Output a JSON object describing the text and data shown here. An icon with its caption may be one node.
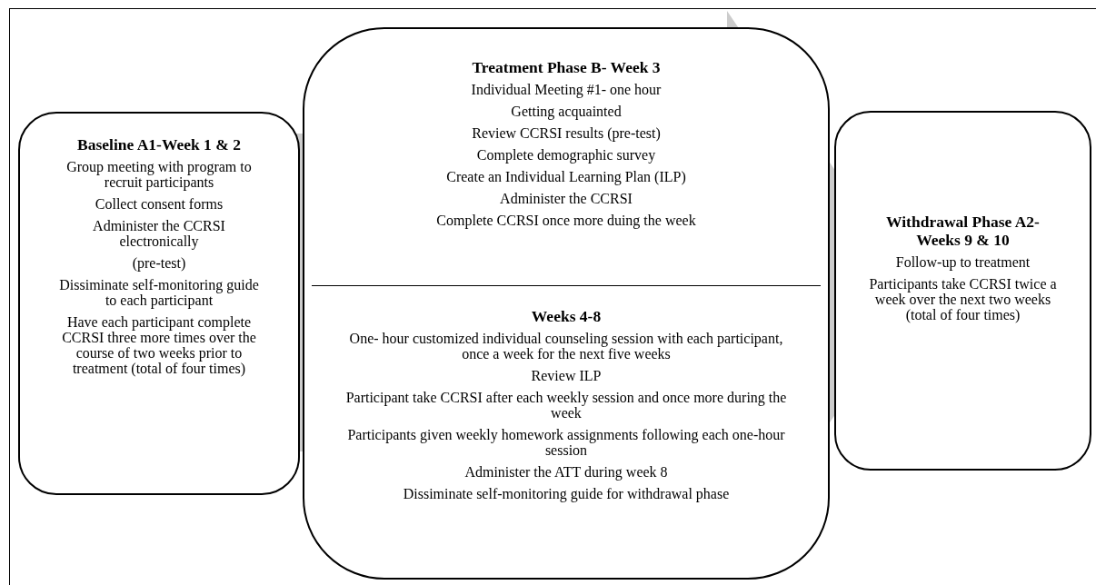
{
  "diagram": {
    "nodes": [
      {
        "text": [
          "Baseline A1-Week 1 & 2",
          "Group meeting with program to recruit participants",
          "Collect consent forms",
          "Administer the CCRSI electronically",
          "(pre-test)",
          "Dissiminate self-monitoring guide to each participant",
          "Have each participant complete CCRSI three more times over the course of two weeks prior to treatment (total of four times)"
        ]
      },
      {
        "text": [],
        "shape": "box"
      },
      {
        "text": [
          "Treatment Phase B- Week 3",
          "Individual Meeting #1- one hour",
          "Getting acquainted",
          "Review CCRSI results (pre-test)",
          "Complete demographic survey",
          "Create an Individual Learning Plan (ILP)",
          "Administer the CCRSI",
          "Complete CCRSI once more duing the week"
        ],
        "in": 1
      },
      {
        "text": [
          "Weeks 4-8",
          "One- hour customized individual counseling session with each participant, once a week for the next five weeks",
          "Review ILP",
          "Participant take CCRSI after each weekly session and once more during the week",
          "Participants given weekly homework assignments following each one-hour session",
          "Administer the ATT during week 8",
          "Dissiminate self-monitoring guide for withdrawal phase"
        ],
        "in": 1
      },
      {
        "text": [
          "Withdrawal Phase A2- Weeks 9 & 10",
          "Follow-up to treatment",
          "Participants take CCRSI twice a week over the next two weeks (total of four times)"
        ]
      }
    ],
    "edges": [
      {
        "from": 0,
        "to": 4,
        "arrow": "to",
        "style": "thick",
        "color": "#cccccc"
      }
    ]
  }
}
